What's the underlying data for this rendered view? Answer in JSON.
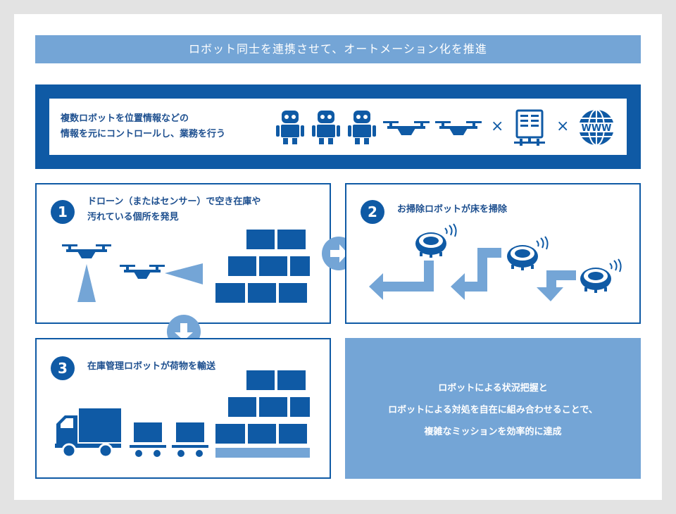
{
  "title": "ロボット同士を連携させて、オートメーション化を推進",
  "top": {
    "text_lines": [
      "複数ロボットを位置情報などの",
      "情報を元にコントロールし、業務を行う"
    ],
    "times_symbol": "×"
  },
  "steps": [
    {
      "number": "1",
      "lines": [
        "ドローン（またはセンサー）で空き在庫や",
        "汚れている個所を発見"
      ]
    },
    {
      "number": "2",
      "lines": [
        "お掃除ロボットが床を掃除"
      ]
    },
    {
      "number": "3",
      "lines": [
        "在庫管理ロボットが荷物を輸送"
      ]
    }
  ],
  "summary": {
    "lines": [
      "ロボットによる状況把握と",
      "ロボットによる対処を自在に組み合わせることで、",
      "複雑なミッションを効率的に達成"
    ]
  },
  "colors": {
    "dark_blue": "#0f5aa5",
    "light_blue": "#74a5d6",
    "background": "#e3e3e3"
  }
}
